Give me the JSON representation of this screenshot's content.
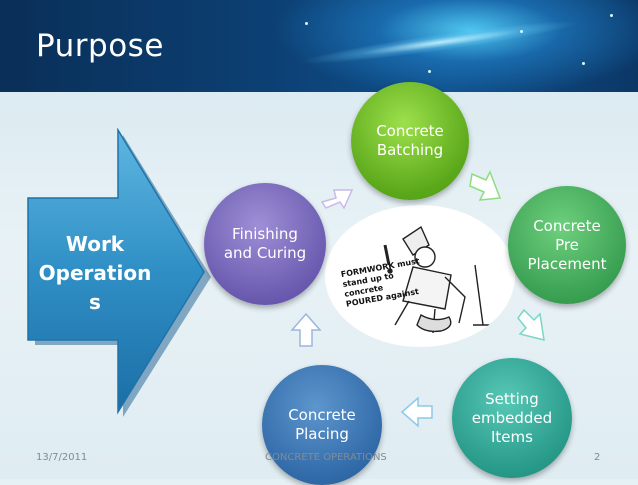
{
  "slide": {
    "title": "Purpose",
    "arrow_label_lines": [
      "Work",
      "Operation",
      "s"
    ],
    "footer": {
      "date": "13/7/2011",
      "center": "CONCRETE OPERATIONS",
      "page": "2"
    }
  },
  "cycle": [
    {
      "id": "batching",
      "lines": [
        "Concrete",
        "Batching"
      ],
      "color": "#6bb82a"
    },
    {
      "id": "pre-placement",
      "lines": [
        "Concrete",
        "Pre",
        "Placement"
      ],
      "color": "#3fa557"
    },
    {
      "id": "embedded-items",
      "lines": [
        "Setting",
        "embedded",
        "Items"
      ],
      "color": "#2aa090"
    },
    {
      "id": "placing",
      "lines": [
        "Concrete",
        "Placing"
      ],
      "color": "#376fae"
    },
    {
      "id": "finishing",
      "lines": [
        "Finishing",
        "and Curing"
      ],
      "color": "#6f5fb3"
    }
  ],
  "cartoon": {
    "note_lines": [
      "FORMWORK must",
      "stand up to concrete",
      "POURED against"
    ]
  },
  "colors": {
    "header": "#0c3f72",
    "big_arrow": "#2f8fc5",
    "footer_text": "#7d8c96"
  }
}
